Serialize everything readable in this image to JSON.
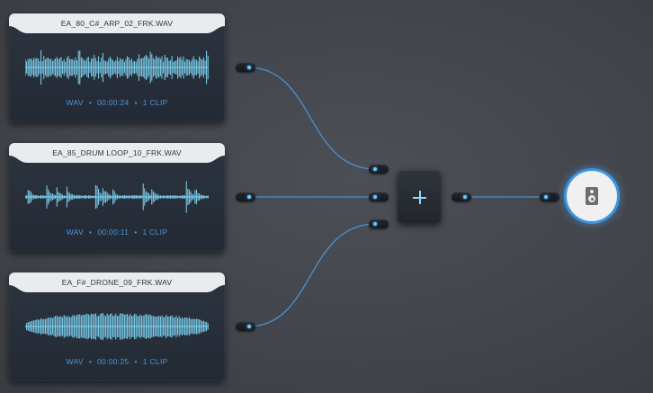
{
  "clips": [
    {
      "name": "EA_80_C#_ARP_02_FRK.WAV",
      "format": "WAV",
      "duration": "00:00:24",
      "clips": "1 CLIP",
      "waveform": "arp-icon"
    },
    {
      "name": "EA_85_DRUM LOOP_10_FRK.WAV",
      "format": "WAV",
      "duration": "00:00:11",
      "clips": "1 CLIP",
      "waveform": "drum-icon"
    },
    {
      "name": "EA_F#_DRONE_09_FRK.WAV",
      "format": "WAV",
      "duration": "00:00:25",
      "clips": "1 CLIP",
      "waveform": "drone-icon"
    }
  ],
  "meta_separator": "•",
  "mixer": {
    "icon": "plus-icon"
  },
  "output": {
    "icon": "speaker-icon"
  },
  "colors": {
    "accent": "#6ec8ff",
    "wire": "#4a90d0",
    "meta": "#4e94d8",
    "card": "#262d37"
  }
}
